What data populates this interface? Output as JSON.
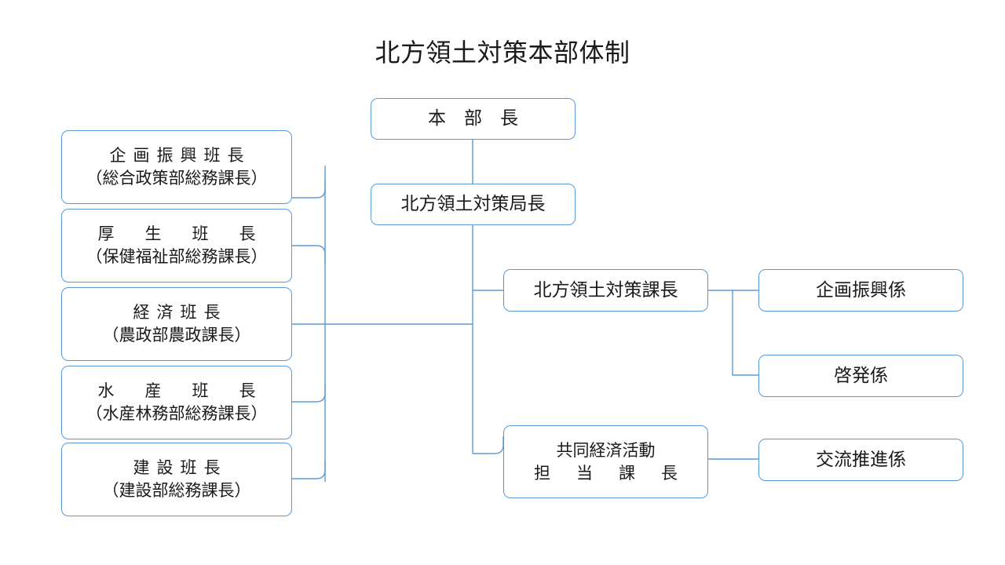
{
  "title": "北方領土対策本部体制",
  "theme": {
    "box_border": "#5b9bd5",
    "connector": "#5b9bd5",
    "text": "#1a1a1a",
    "background": "#ffffff"
  },
  "chart_data": {
    "type": "diagram",
    "diagram_kind": "organization-chart",
    "title": "北方領土対策本部体制",
    "nodes": [
      {
        "id": "honbucho",
        "label": "本　部　長",
        "column": "center",
        "level": 0
      },
      {
        "id": "kyokucho",
        "label": "北方領土対策局長",
        "column": "center",
        "level": 1
      },
      {
        "id": "kacho",
        "label": "北方領土対策課長",
        "column": "center-right",
        "level": 2
      },
      {
        "id": "kyodo-kacho",
        "label": "共同経済活動 担当課長",
        "column": "center-right",
        "level": 2
      },
      {
        "id": "kikaku-kakari",
        "label": "企画振興係",
        "column": "right",
        "level": 3
      },
      {
        "id": "keihatsu",
        "label": "啓発係",
        "column": "right",
        "level": 3
      },
      {
        "id": "koryu",
        "label": "交流推進係",
        "column": "right",
        "level": 3
      },
      {
        "id": "kikaku-han",
        "label": "企画振興班長（総合政策部総務課長）",
        "column": "left",
        "level": 2
      },
      {
        "id": "kosei-han",
        "label": "厚生班長（保健福祉部総務課長）",
        "column": "left",
        "level": 2
      },
      {
        "id": "keizai-han",
        "label": "経済班長（農政部農政課長）",
        "column": "left",
        "level": 2
      },
      {
        "id": "suisan-han",
        "label": "水産班長（水産林務部総務課長）",
        "column": "left",
        "level": 2
      },
      {
        "id": "kensetsu-han",
        "label": "建設班長（建設部総務課長）",
        "column": "left",
        "level": 2
      }
    ],
    "edges": [
      {
        "from": "honbucho",
        "to": "kyokucho"
      },
      {
        "from": "kyokucho",
        "to": "kacho"
      },
      {
        "from": "kyokucho",
        "to": "kyodo-kacho"
      },
      {
        "from": "kyokucho",
        "to": "kikaku-han"
      },
      {
        "from": "kyokucho",
        "to": "kosei-han"
      },
      {
        "from": "kyokucho",
        "to": "keizai-han"
      },
      {
        "from": "kyokucho",
        "to": "suisan-han"
      },
      {
        "from": "kyokucho",
        "to": "kensetsu-han"
      },
      {
        "from": "kacho",
        "to": "kikaku-kakari"
      },
      {
        "from": "kacho",
        "to": "keihatsu"
      },
      {
        "from": "kyodo-kacho",
        "to": "koryu"
      }
    ]
  },
  "center": {
    "honbucho": {
      "text": "本　部　長"
    },
    "kyokucho": {
      "text": "北方領土対策局長"
    },
    "kacho": {
      "text": "北方領土対策課長"
    },
    "kyodo_kacho": {
      "line1": "共同経済活動",
      "line2": "担　当　課　長"
    }
  },
  "right_column": {
    "kikaku_kakari": {
      "text": "企画振興係"
    },
    "keihatsu_kakari": {
      "text": "啓発係"
    },
    "koryu_kakari": {
      "text": "交流推進係"
    }
  },
  "left_column": {
    "items": [
      {
        "line1": "企画振興班長",
        "line2": "（総合政策部総務課長）"
      },
      {
        "line1": "厚　生　班　長",
        "line2": "（保健福祉部総務課長）"
      },
      {
        "line1": "経済班長",
        "line2": "（農政部農政課長）"
      },
      {
        "line1": "水　産　班　長",
        "line2": "（水産林務部総務課長）"
      },
      {
        "line1": "建設班長",
        "line2": "（建設部総務課長）"
      }
    ]
  }
}
